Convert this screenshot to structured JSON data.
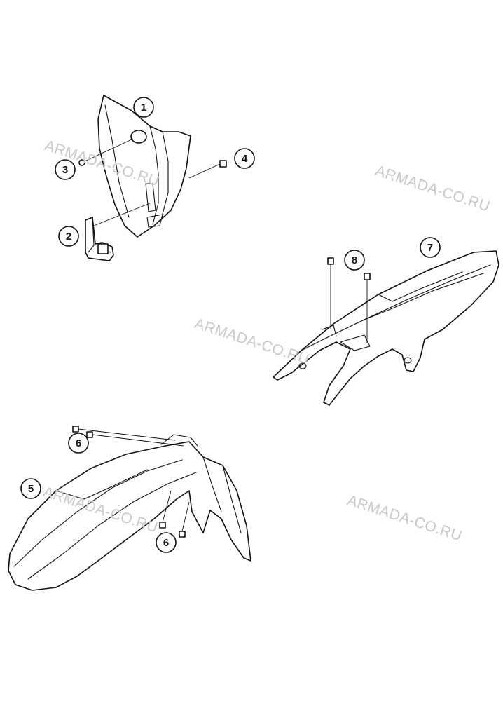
{
  "callouts": [
    {
      "id": "1",
      "label": "1"
    },
    {
      "id": "2",
      "label": "2"
    },
    {
      "id": "3",
      "label": "3"
    },
    {
      "id": "4",
      "label": "4"
    },
    {
      "id": "5",
      "label": "5"
    },
    {
      "id": "6a",
      "label": "6"
    },
    {
      "id": "6b",
      "label": "6"
    },
    {
      "id": "7",
      "label": "7"
    },
    {
      "id": "8",
      "label": "8"
    }
  ],
  "watermarks": [
    "ARMADA-CO.RU",
    "ARMADA-CO.RU",
    "ARMADA-CO.RU",
    "ARMADA-CO.RU",
    "ARMADA-CO.RU"
  ],
  "colors": {
    "line": "#111111",
    "watermark": "#c9c9c9",
    "background": "#ffffff"
  }
}
